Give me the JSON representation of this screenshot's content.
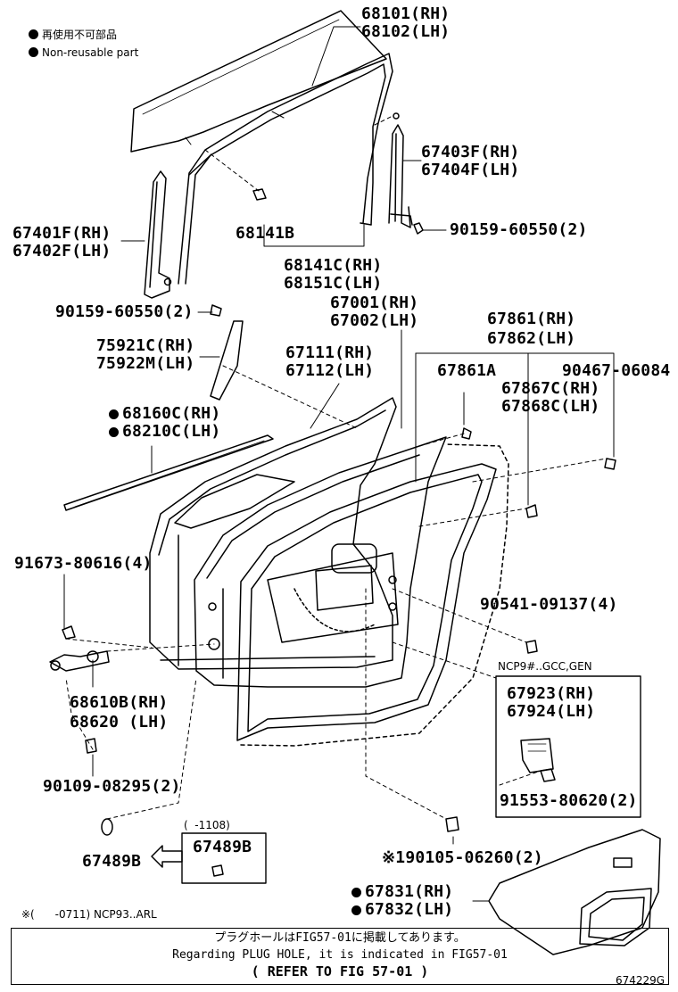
{
  "legend": {
    "ja": "再使用不可部品",
    "en": "Non-reusable part"
  },
  "labels": {
    "p68101": "68101(RH)",
    "p68102": "68102(LH)",
    "p67403f": "67403F(RH)",
    "p67404f": "67404F(LH)",
    "p90159a": "90159-60550(2)",
    "p67401f": "67401F(RH)",
    "p67402f": "67402F(LH)",
    "p68141b": "68141B",
    "p68141c": "68141C(RH)",
    "p68151c": "68151C(LH)",
    "p90159b": "90159-60550(2)",
    "p67001": "67001(RH)",
    "p67002": "67002(LH)",
    "p67861": "67861(RH)",
    "p67862": "67862(LH)",
    "p75921c": "75921C(RH)",
    "p75922m": "75922M(LH)",
    "p67111": "67111(RH)",
    "p67112": "67112(LH)",
    "p67861a": "67861A",
    "p90467": "90467-06084",
    "p67867c": "67867C(RH)",
    "p67868c": "67868C(LH)",
    "p68160c": "68160C(RH)",
    "p68210c": "68210C(LH)",
    "p91673": "91673-80616(4)",
    "p90541": "90541-09137(4)",
    "ncp_note": "NCP9#..GCC,GEN",
    "p67923": "67923(RH)",
    "p67924": "67924(LH)",
    "p68610b": "68610B(RH)",
    "p68620": "68620 (LH)",
    "p91553": "91553-80620(2)",
    "p90109": "90109-08295(2)",
    "date_note": "(  -1108)",
    "p67489b_box": "67489B",
    "p67489b": "67489B",
    "p90105": "※190105-06260(2)",
    "p67831": "67831(RH)",
    "p67832": "67832(LH)",
    "ref_note": "※(      -0711) NCP93..ARL"
  },
  "note": {
    "ja": "プラグホールはFIG57-01に掲載してあります。",
    "en": "Regarding PLUG HOLE, it is indicated in FIG57-01",
    "ref": "( REFER TO FIG 57-01 )"
  },
  "figure_id": "674229G"
}
